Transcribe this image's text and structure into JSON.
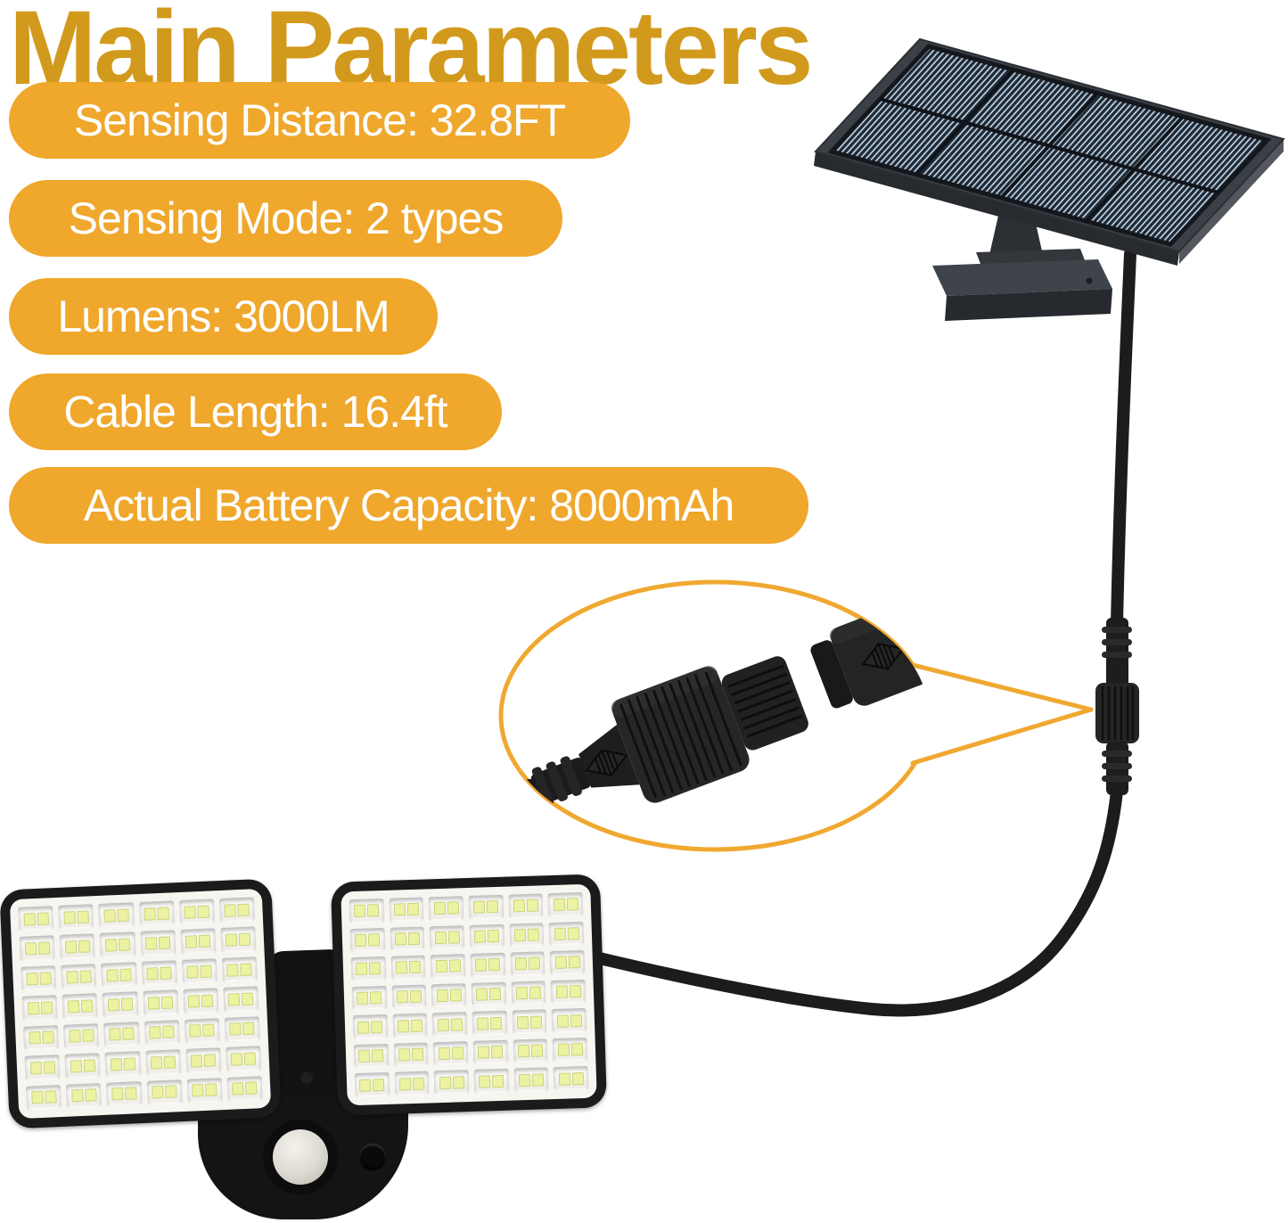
{
  "title": "Main Parameters",
  "specs": [
    "Sensing Distance: 32.8FT",
    "Sensing Mode: 2 types",
    "Lumens: 3000LM",
    "Cable Length: 16.4ft",
    "Actual Battery Capacity: 8000mAh"
  ],
  "colors": {
    "title_gold": "#d29a1d",
    "pill_orange": "#efa72c",
    "callout_outline": "#f0a830",
    "cable_black": "#1c1c1c",
    "led_chip": "#edf2a3",
    "panel_frame": "#3b4046",
    "solar_cell": "#1d2936"
  },
  "figures": {
    "solar_panel": "solar panel on mounting bracket",
    "inline_connector": "waterproof inline cable connector",
    "connector_callout": "magnified view of male and female connector plugs",
    "flood_light": "dual-head LED security flood light with PIR motion sensor"
  },
  "light": {
    "led_grid": {
      "rows": 7,
      "cols": 6,
      "chips_per_cell": 2
    }
  }
}
